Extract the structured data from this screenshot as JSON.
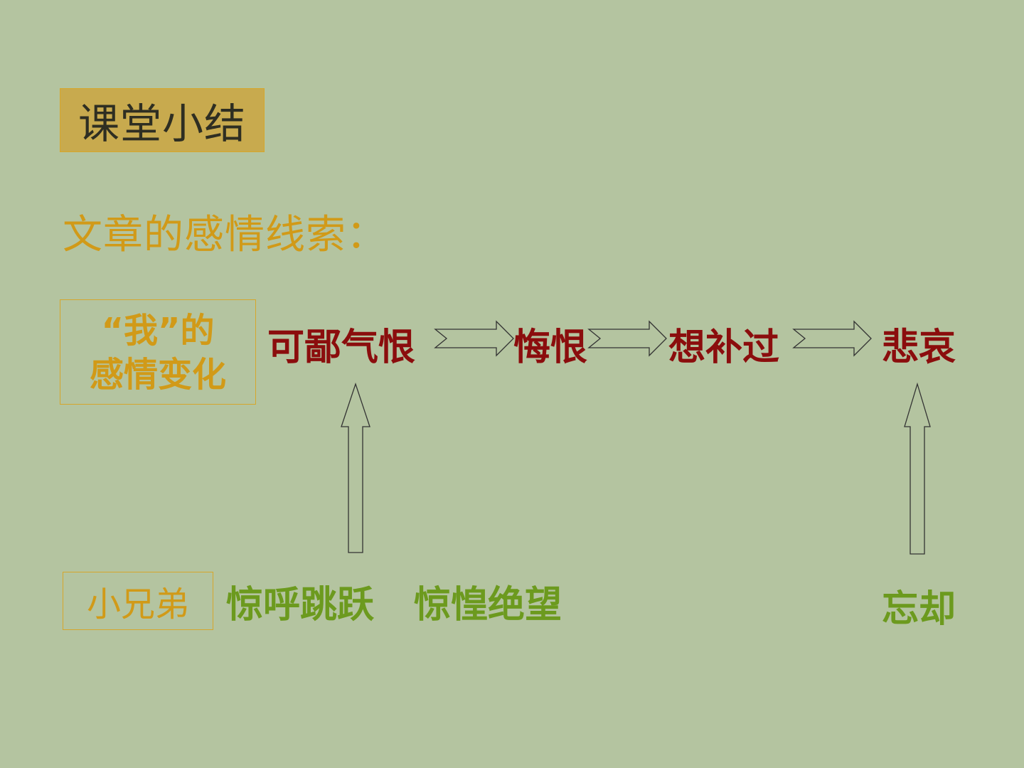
{
  "title": "课堂小结",
  "subtitle": "文章的感情线索：",
  "me_label": {
    "line1": "“我”的",
    "line2": "感情变化"
  },
  "me_emotions": [
    "可鄙气恨",
    "悔恨",
    "想补过",
    "悲哀"
  ],
  "brother_label": "小兄弟",
  "brother_emotions": [
    "惊呼跳跃",
    "惊惶绝望",
    "忘却"
  ],
  "colors": {
    "background": "#b4c4a0",
    "title_fill": "#c8aa4e",
    "gold_text": "#d19a18",
    "red_text": "#8b0d0d",
    "green_text": "#6c9a1e"
  },
  "icons": [
    "right-arrow-icon",
    "up-arrow-icon"
  ]
}
